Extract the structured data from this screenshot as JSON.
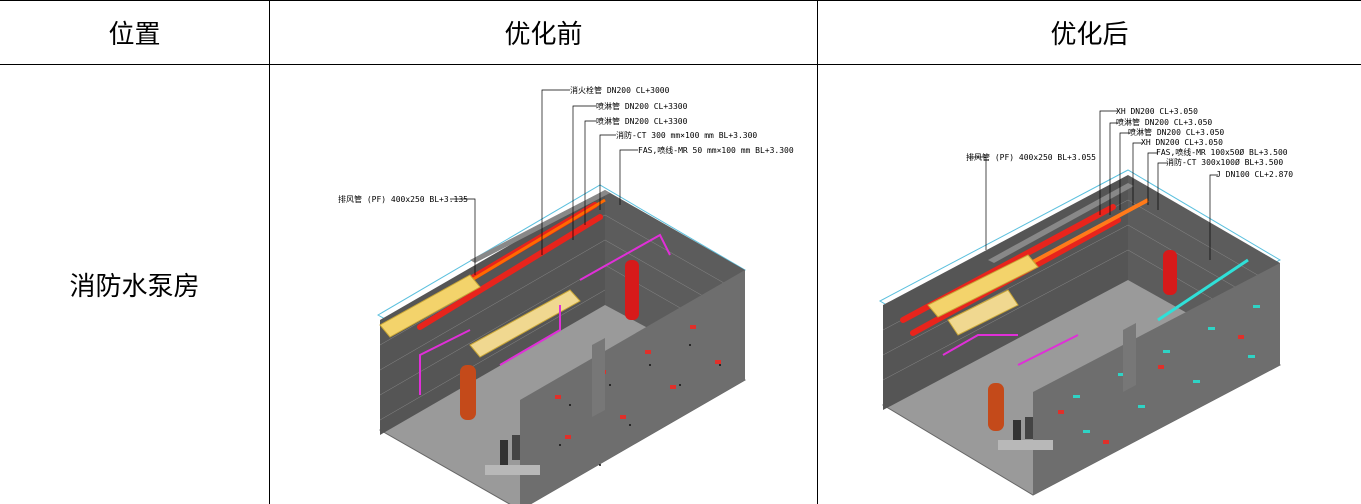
{
  "table": {
    "headers": [
      "位置",
      "优化前",
      "优化后"
    ],
    "location": "消防水泵房"
  },
  "before": {
    "labels": [
      "消火栓管  DN200  CL+3000",
      "喷淋管  DN200  CL+3300",
      "喷淋管  DN200  CL+3300",
      "消防-CT 300 mm×100 mm BL+3.300",
      "FAS,喷线-MR 50 mm×100 mm BL+3.300",
      "排风管 (PF)  400x250 BL+3.135"
    ]
  },
  "after": {
    "labels": [
      "XH DN200 CL+3.050",
      "喷淋管 DN200 CL+3.050",
      "喷淋管 DN200 CL+3.050",
      "XH DN200 CL+3.050",
      "FAS,喷线-MR 100x50Ø BL+3.500",
      "消防-CT 300x100Ø BL+3.500",
      "J DN100 CL+2.870",
      "排风管 (PF)  400x250 BL+3.055"
    ]
  }
}
